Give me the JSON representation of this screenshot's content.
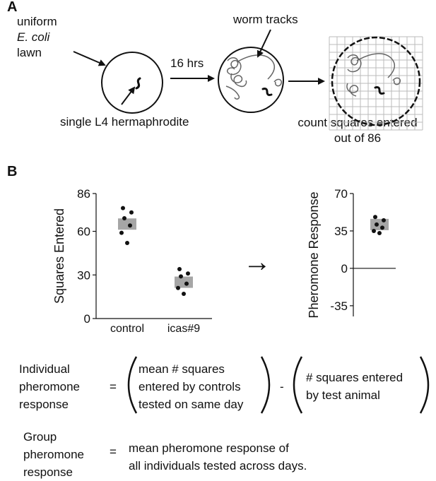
{
  "panel_a": {
    "letter": "A",
    "lawn_label": [
      "uniform",
      "E. coli",
      "lawn"
    ],
    "time_label": "16 hrs",
    "tracks_label": "worm tracks",
    "worm_label": "single L4 hermaphrodite",
    "count_label": [
      "count squares entered",
      "out of 86"
    ]
  },
  "panel_b": {
    "letter": "B",
    "arrow": "→"
  },
  "chart_data": [
    {
      "type": "scatter",
      "title": "",
      "ylabel": "Squares Entered",
      "xlabel": "",
      "categories": [
        "control",
        "icas#9"
      ],
      "ylim": [
        0,
        86
      ],
      "yticks": [
        0,
        30,
        60,
        86
      ],
      "series": [
        {
          "category": "control",
          "points": [
            76,
            73,
            69,
            64,
            59,
            52
          ],
          "mean": 65
        },
        {
          "category": "icas#9",
          "points": [
            34,
            31,
            29,
            24,
            21,
            17
          ],
          "mean": 25
        }
      ]
    },
    {
      "type": "scatter",
      "title": "",
      "ylabel": "Pheromone Response",
      "xlabel": "",
      "categories": [
        ""
      ],
      "ylim": [
        -45,
        70
      ],
      "yticks": [
        -35,
        0,
        35,
        70
      ],
      "zero_line": true,
      "series": [
        {
          "category": "",
          "points": [
            48,
            45,
            41,
            38,
            35,
            33
          ],
          "mean": 41
        }
      ]
    }
  ],
  "equations": {
    "individual_label": [
      "Individual",
      "pheromone",
      "response"
    ],
    "equals": "=",
    "minus": "-",
    "term1": [
      "mean # squares",
      "entered by controls",
      "tested on same day"
    ],
    "term2": [
      "# squares entered",
      "by test animal"
    ],
    "group_label": [
      "Group",
      "pheromone",
      "response"
    ],
    "group_def": [
      "mean pheromone response of",
      "all individuals tested across days."
    ]
  }
}
